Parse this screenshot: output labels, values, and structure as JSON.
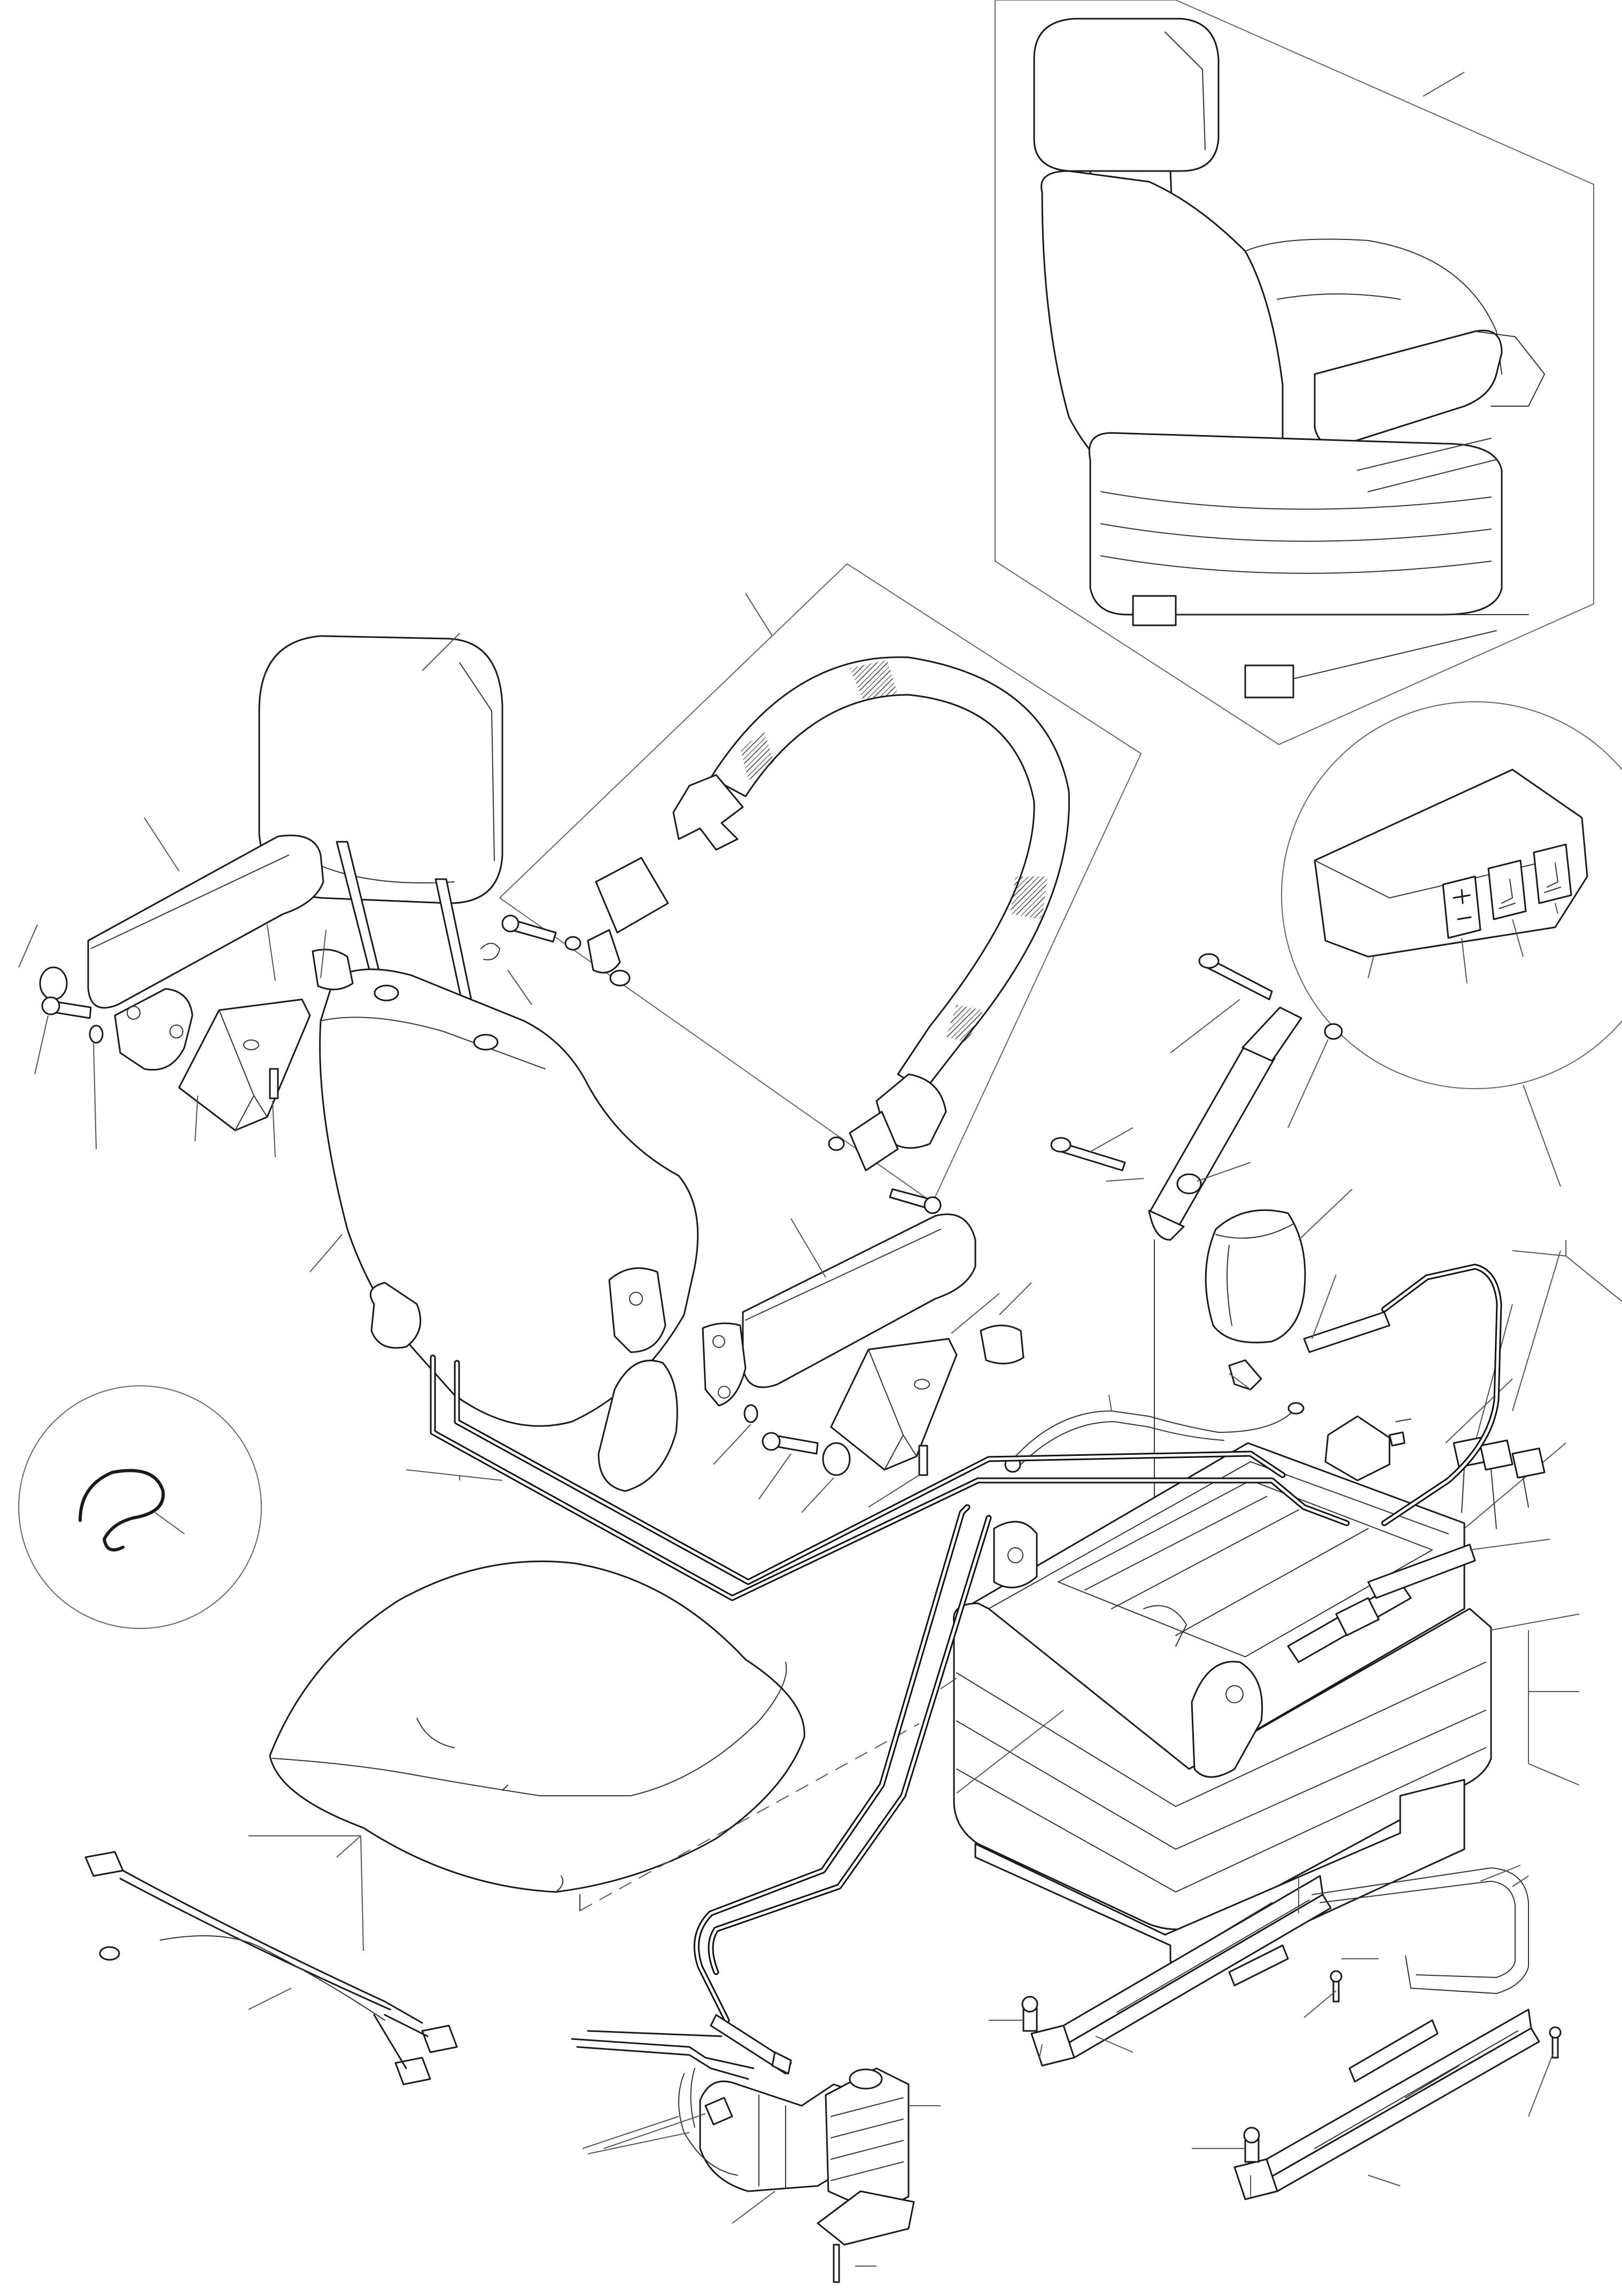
{
  "drawing": {
    "line_color": "#1a1a1a",
    "leader_color": "#555555",
    "background": "#ffffff",
    "parts": [
      {
        "id": "complete-seat-assembly"
      },
      {
        "id": "headrest"
      },
      {
        "id": "backrest"
      },
      {
        "id": "left-armrest"
      },
      {
        "id": "right-armrest"
      },
      {
        "id": "armrest-bracket-left"
      },
      {
        "id": "armrest-bracket-right"
      },
      {
        "id": "seat-belt"
      },
      {
        "id": "control-panel"
      },
      {
        "id": "gas-strut"
      },
      {
        "id": "air-spring"
      },
      {
        "id": "seat-cushion"
      },
      {
        "id": "suspension-base"
      },
      {
        "id": "slide-rails"
      },
      {
        "id": "air-compressor"
      },
      {
        "id": "wiring-harness"
      },
      {
        "id": "clip"
      }
    ],
    "control_panel_buttons": [
      {
        "symbol": "plus-minus-icon"
      },
      {
        "symbol": "backrest-icon"
      },
      {
        "symbol": "lumbar-icon"
      }
    ]
  }
}
